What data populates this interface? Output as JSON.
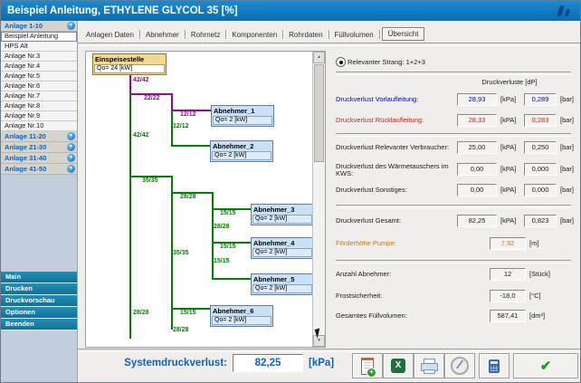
{
  "window": {
    "title": "Beispiel Anleitung, ETHYLENE GLYCOL 35 [%]"
  },
  "sidebar": {
    "group_top": "Anlage 1-10",
    "items": [
      "Beispiel Anleitung",
      "HPS Alt",
      "Anlage Nr.3",
      "Anlage Nr.4",
      "Anlage Nr.5",
      "Anlage Nr.6",
      "Anlage Nr.7",
      "Anlage Nr.8",
      "Anlage Nr.9",
      "Anlage Nr.10"
    ],
    "groups": [
      "Anlage 11-20",
      "Anlage 21-30",
      "Anlage 31-40",
      "Anlage 41-50"
    ],
    "menu": [
      "Main",
      "Drucken",
      "Druckvorschau",
      "Optionen",
      "Beenden"
    ]
  },
  "tabs": [
    {
      "label": "Anlagen Daten",
      "active": false
    },
    {
      "label": "Abnehmer",
      "active": false
    },
    {
      "label": "Rohrnetz",
      "active": false
    },
    {
      "label": "Komponenten",
      "active": false
    },
    {
      "label": "Rohrdaten",
      "active": false
    },
    {
      "label": "Füllvolumen",
      "active": false
    },
    {
      "label": "Übersicht",
      "active": true
    }
  ],
  "diagram": {
    "source": {
      "title": "Einspeisestelle",
      "value": "Qo= 24 [kW]"
    },
    "consumers": [
      {
        "title": "Abnehmer_1",
        "value": "Qo= 2 [kW]"
      },
      {
        "title": "Abnehmer_2",
        "value": "Qo= 2 [kW]"
      },
      {
        "title": "Abnehmer_3",
        "value": "Qo= 2 [kW]"
      },
      {
        "title": "Abnehmer_4",
        "value": "Qo= 2 [kW]"
      },
      {
        "title": "Abnehmer_5",
        "value": "Qo= 2 [kW]"
      },
      {
        "title": "Abnehmer_6",
        "value": "Qo= 2 [kW]"
      }
    ],
    "edge_labels": [
      {
        "text": "42/42",
        "line": "supply"
      },
      {
        "text": "22/22",
        "line": "supply"
      },
      {
        "text": "12/12",
        "line": "supply"
      },
      {
        "text": "12/12",
        "line": "return"
      },
      {
        "text": "42/42",
        "line": "return"
      },
      {
        "text": "35/35",
        "line": "return"
      },
      {
        "text": "28/28",
        "line": "return"
      },
      {
        "text": "15/15",
        "line": "return"
      },
      {
        "text": "28/28",
        "line": "return"
      },
      {
        "text": "15/15",
        "line": "return"
      },
      {
        "text": "35/35",
        "line": "return"
      },
      {
        "text": "15/15",
        "line": "return"
      },
      {
        "text": "15/15",
        "line": "return"
      },
      {
        "text": "28/28",
        "line": "return"
      },
      {
        "text": "28/28",
        "line": "return"
      }
    ],
    "colors": {
      "supply": "#a000a0",
      "return": "#008000"
    }
  },
  "panel": {
    "radio_label": "Relevanter Strang: 1+2+3",
    "header": "Druckverluste [dP]",
    "dp_rows": [
      {
        "label": "Druckverlust Vorlaufleitung:",
        "kpa": "28,93",
        "kpa_unit": "[kPa]",
        "bar": "0,289",
        "bar_unit": "[bar]"
      },
      {
        "label": "Druckverlust Rücklaufleitung:",
        "kpa": "28,33",
        "kpa_unit": "[kPA]",
        "bar": "0,283",
        "bar_unit": "[bar]"
      },
      {
        "label": "Druckverlust Relevanter Verbraucher:",
        "kpa": "25,00",
        "kpa_unit": "[kPA]",
        "bar": "0,250",
        "bar_unit": "[bar]"
      },
      {
        "label": "Druckverlust des Wärmetauschers im KWS:",
        "kpa": "0,00",
        "kpa_unit": "[kPA]",
        "bar": "0,000",
        "bar_unit": "[bar]"
      },
      {
        "label": "Druckverlust Sonstiges:",
        "kpa": "0,00",
        "kpa_unit": "[kPA]",
        "bar": "0,000",
        "bar_unit": "[bar]"
      },
      {
        "label": "Druckverlust Gesamt:",
        "kpa": "82,25",
        "kpa_unit": "[kPA]",
        "bar": "0,823",
        "bar_unit": "[bar]"
      }
    ],
    "pump_row": {
      "label": "Förderhöhe Pumpe:",
      "value": "7,92",
      "unit": "[m]"
    },
    "info_rows": [
      {
        "label": "Anzahl Abnehmer:",
        "value": "12",
        "unit": "[Stück]"
      },
      {
        "label": "Frostsicherheit:",
        "value": "-18,0",
        "unit": "[°C]"
      },
      {
        "label": "Gesamtes Füllvolumen:",
        "value": "587,41",
        "unit": "[dm³]"
      }
    ]
  },
  "footer": {
    "label": "Systemdruckverlust:",
    "value": "82,25",
    "unit": "[kPa]",
    "buttons": [
      {
        "icon": "add-report-icon"
      },
      {
        "icon": "excel-icon"
      },
      {
        "icon": "printer-icon"
      },
      {
        "icon": "gauge-icon"
      },
      {
        "icon": "calculator-icon"
      },
      {
        "icon": "check-icon"
      }
    ]
  }
}
